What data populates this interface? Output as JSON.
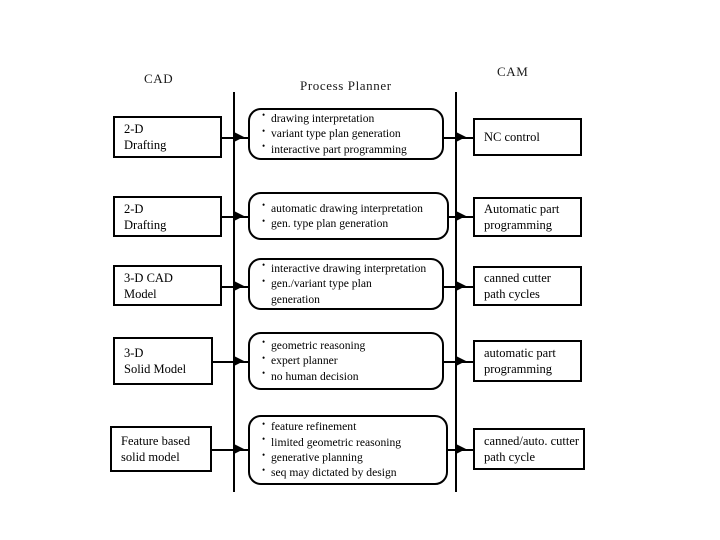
{
  "figure": {
    "title": "CAD / Process Planner / CAM evolution chart",
    "background_color": "#ffffff",
    "line_color": "#000000"
  },
  "columns": [
    {
      "id": "cad",
      "label": "CAD"
    },
    {
      "id": "process_planner",
      "label": "Process Planner"
    },
    {
      "id": "cam",
      "label": "CAM"
    }
  ],
  "rows": [
    {
      "cad": "2-D\nDrafting",
      "planner": [
        "drawing interpretation",
        "variant type plan generation",
        "interactive part programming"
      ],
      "cam": "NC control"
    },
    {
      "cad": "2-D\nDrafting",
      "planner": [
        "automatic drawing interpretation",
        "gen. type plan generation"
      ],
      "cam": "Automatic part\nprogramming"
    },
    {
      "cad": "3-D CAD\nModel",
      "planner": [
        "interactive drawing interpretation",
        "gen./variant type plan\n   generation"
      ],
      "cam": "canned cutter\npath cycles"
    },
    {
      "cad": "3-D\nSolid Model",
      "planner": [
        "geometric reasoning",
        "expert planner",
        "no human decision"
      ],
      "cam": "automatic part\nprogramming"
    },
    {
      "cad": "Feature based\nsolid model",
      "planner": [
        "feature refinement",
        "limited geometric reasoning",
        "generative planning",
        "seq may dictated by design"
      ],
      "cam": "canned/auto. cutter\npath cycle"
    }
  ]
}
